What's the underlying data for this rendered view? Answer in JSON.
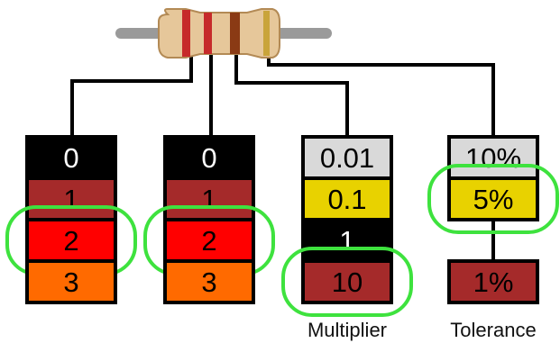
{
  "resistor": {
    "body_color": "#e6c79a",
    "lead_color": "#9a9a9a",
    "bands": [
      "#c62a2a",
      "#c62a2a",
      "#8a3a14",
      "#c9a43a"
    ]
  },
  "columns": [
    {
      "id": "digit1",
      "caption": "",
      "cells": [
        {
          "label": "0",
          "fill": "#000000",
          "text_color": "#ffffff"
        },
        {
          "label": "1",
          "fill": "#a52a2a",
          "text_color": "#000000"
        },
        {
          "label": "2",
          "fill": "#ff0000",
          "text_color": "#000000"
        },
        {
          "label": "3",
          "fill": "#ff6a00",
          "text_color": "#000000"
        }
      ],
      "highlight": "2"
    },
    {
      "id": "digit2",
      "caption": "",
      "cells": [
        {
          "label": "0",
          "fill": "#000000",
          "text_color": "#ffffff"
        },
        {
          "label": "1",
          "fill": "#a52a2a",
          "text_color": "#000000"
        },
        {
          "label": "2",
          "fill": "#ff0000",
          "text_color": "#000000"
        },
        {
          "label": "3",
          "fill": "#ff6a00",
          "text_color": "#000000"
        }
      ],
      "highlight": "2"
    },
    {
      "id": "multiplier",
      "caption": "Multiplier",
      "cells": [
        {
          "label": "0.01",
          "fill": "#d9d9d9",
          "text_color": "#000000"
        },
        {
          "label": "0.1",
          "fill": "#e8d200",
          "text_color": "#000000"
        },
        {
          "label": "1",
          "fill": "#000000",
          "text_color": "#ffffff"
        },
        {
          "label": "10",
          "fill": "#a52a2a",
          "text_color": "#000000"
        }
      ],
      "highlight": "10"
    },
    {
      "id": "tolerance",
      "caption": "Tolerance",
      "cells": [
        {
          "label": "10%",
          "fill": "#d9d9d9",
          "text_color": "#000000"
        },
        {
          "label": "5%",
          "fill": "#e8d200",
          "text_color": "#000000"
        },
        {
          "label": "1%",
          "fill": "#a52a2a",
          "text_color": "#000000"
        }
      ],
      "highlight": "5%"
    }
  ],
  "highlight_color": "#3ee23e"
}
